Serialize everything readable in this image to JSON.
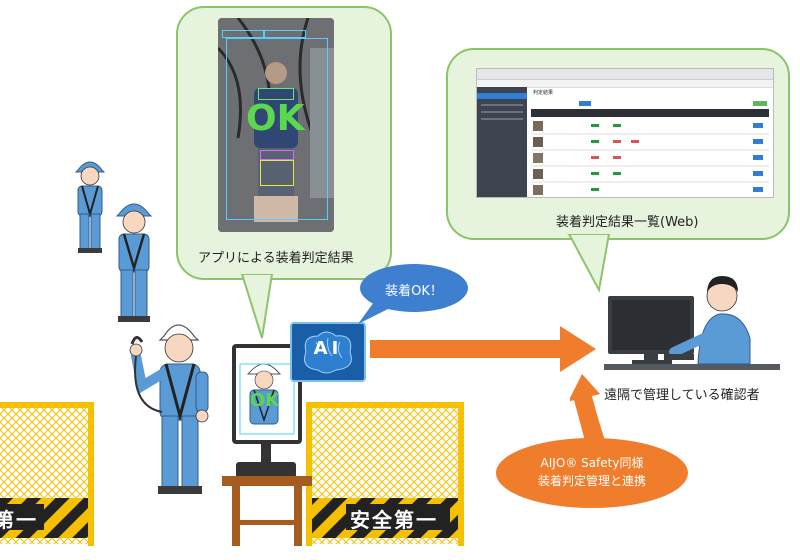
{
  "app_caption": "アプリによる装着判定結果",
  "web_caption": "装着判定結果一覧(Web)",
  "manager_caption": "遠隔で管理している確認者",
  "ai_speech": "装着OK！",
  "ai_chip_label": "AI",
  "aijo_line1": "AIJO® Safety同様",
  "aijo_line2": "装着判定管理と連携",
  "app_result": "OK",
  "kiosk_result": "OK",
  "fence_banner_left": "第一",
  "fence_banner_right": "安全第一",
  "web_page_title": "判定結果",
  "colors": {
    "bubble_fill": "#e6f3dd",
    "bubble_border": "#8cc46a",
    "arrow": "#ef7d2b",
    "worker_blue": "#5b9bd5",
    "fence_yellow": "#f5c000",
    "ok_green": "#5ad84e"
  }
}
